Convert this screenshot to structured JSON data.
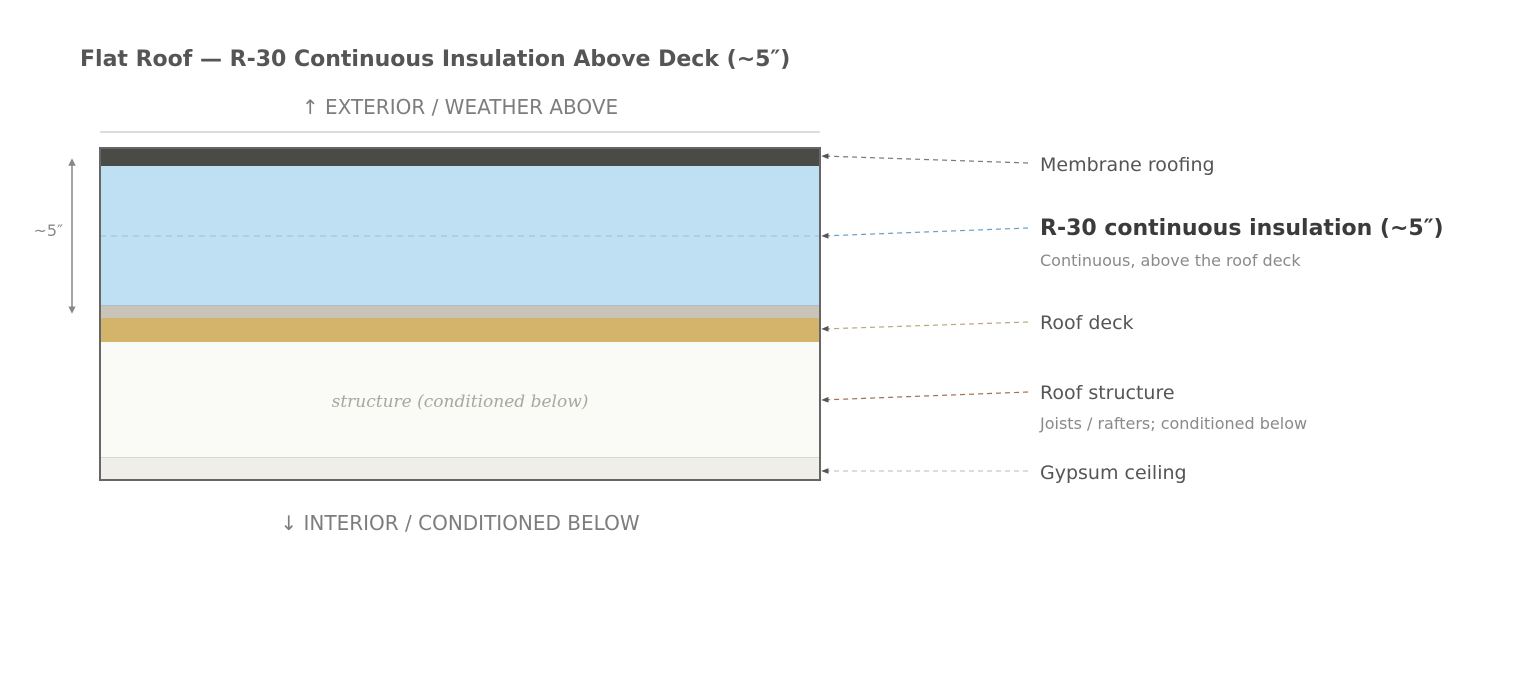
{
  "title": "Flat Roof — R-30 Continuous Insulation Above Deck (~5″)",
  "exterior_label": "↑ EXTERIOR / WEATHER ABOVE",
  "interior_label": "↓ INTERIOR / CONDITIONED BELOW",
  "dimension_label": "~5″",
  "structure_inner_label": "structure (conditioned below)",
  "colors": {
    "membrane": "#4a4a47",
    "insulation": "#bfdff2",
    "cover_board": "#c9c4b8",
    "deck": "#d4b46a",
    "structure": "#fafaf7",
    "gypsum": "#efeee9",
    "outline": "#666666",
    "insulation_leader": "#6a9fc5",
    "deck_leader": "#b8a97a",
    "structure_leader": "#a07050",
    "gypsum_leader": "#c8c8c8",
    "membrane_leader": "#777777"
  },
  "callouts": {
    "membrane": {
      "label": "Membrane roofing"
    },
    "insulation": {
      "label": "R-30 continuous insulation (~5″)",
      "sub": "Continuous, above the roof deck"
    },
    "deck": {
      "label": "Roof deck"
    },
    "structure": {
      "label": "Roof structure",
      "sub": "Joists / rafters; conditioned below"
    },
    "gypsum": {
      "label": "Gypsum ceiling"
    }
  }
}
